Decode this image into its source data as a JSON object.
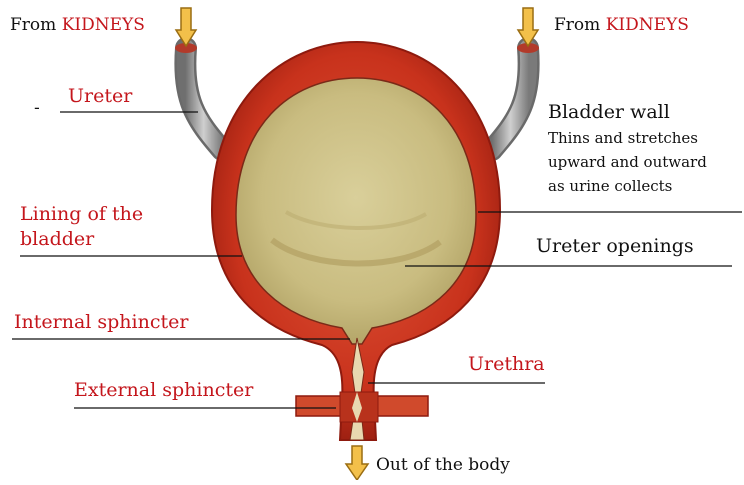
{
  "labels": {
    "from_left_prefix": "From ",
    "from_left_kidneys": "KIDNEYS",
    "from_right_prefix": "From ",
    "from_right_kidneys": "KIDNEYS",
    "ureter": "Ureter",
    "dash": "-",
    "bladder_wall_title": "Bladder wall",
    "bladder_wall_line1": "Thins and stretches",
    "bladder_wall_line2": "upward and outward",
    "bladder_wall_line3": "as urine collects",
    "lining_line1": "Lining of the",
    "lining_line2": "bladder",
    "ureter_openings": "Ureter openings",
    "internal_sphincter": "Internal sphincter",
    "urethra": "Urethra",
    "external_sphincter": "External sphincter",
    "out_of_body": "Out of the body"
  },
  "colors": {
    "label_red": "#c4161c",
    "label_black": "#111111",
    "wall_red": "#c8321c",
    "wall_dark": "#8e1a0e",
    "lining": "#c9bc80",
    "ureter_tube": "#9a9a9a",
    "arrow_fill": "#f3c04a",
    "arrow_stroke": "#9a6d12"
  }
}
